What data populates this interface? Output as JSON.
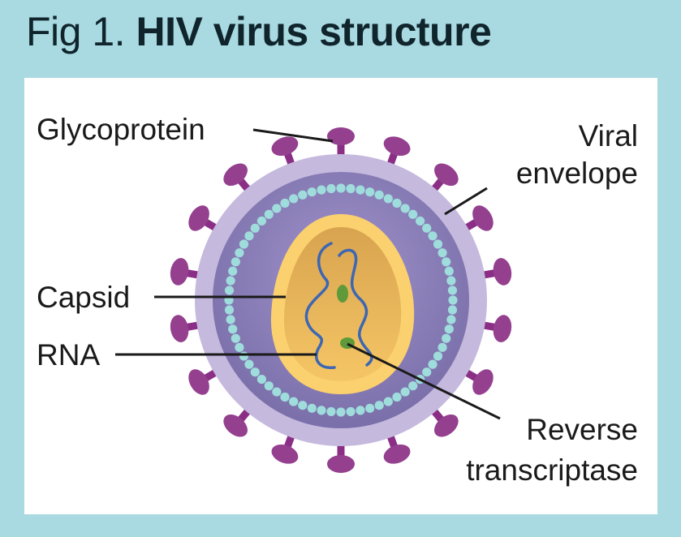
{
  "title": {
    "prefix": "Fig 1.",
    "main": "HIV virus structure"
  },
  "labels": {
    "glycoprotein": "Glycoprotein",
    "viral_envelope_1": "Viral",
    "viral_envelope_2": "envelope",
    "capsid": "Capsid",
    "rna": "RNA",
    "reverse_transcriptase_1": "Reverse",
    "reverse_transcriptase_2": "transcriptase"
  },
  "colors": {
    "background": "#a9d9e1",
    "envelope_outer": "#c2b5dc",
    "envelope_inner": "#8a7fb8",
    "glycoprotein": "#8b2f86",
    "matrix_beads": "#9fdcdc",
    "capsid": "#e9b85a",
    "capsid_beads": "#fbd06e",
    "rna": "#3d66b3",
    "enzyme": "#5e9a3a"
  }
}
